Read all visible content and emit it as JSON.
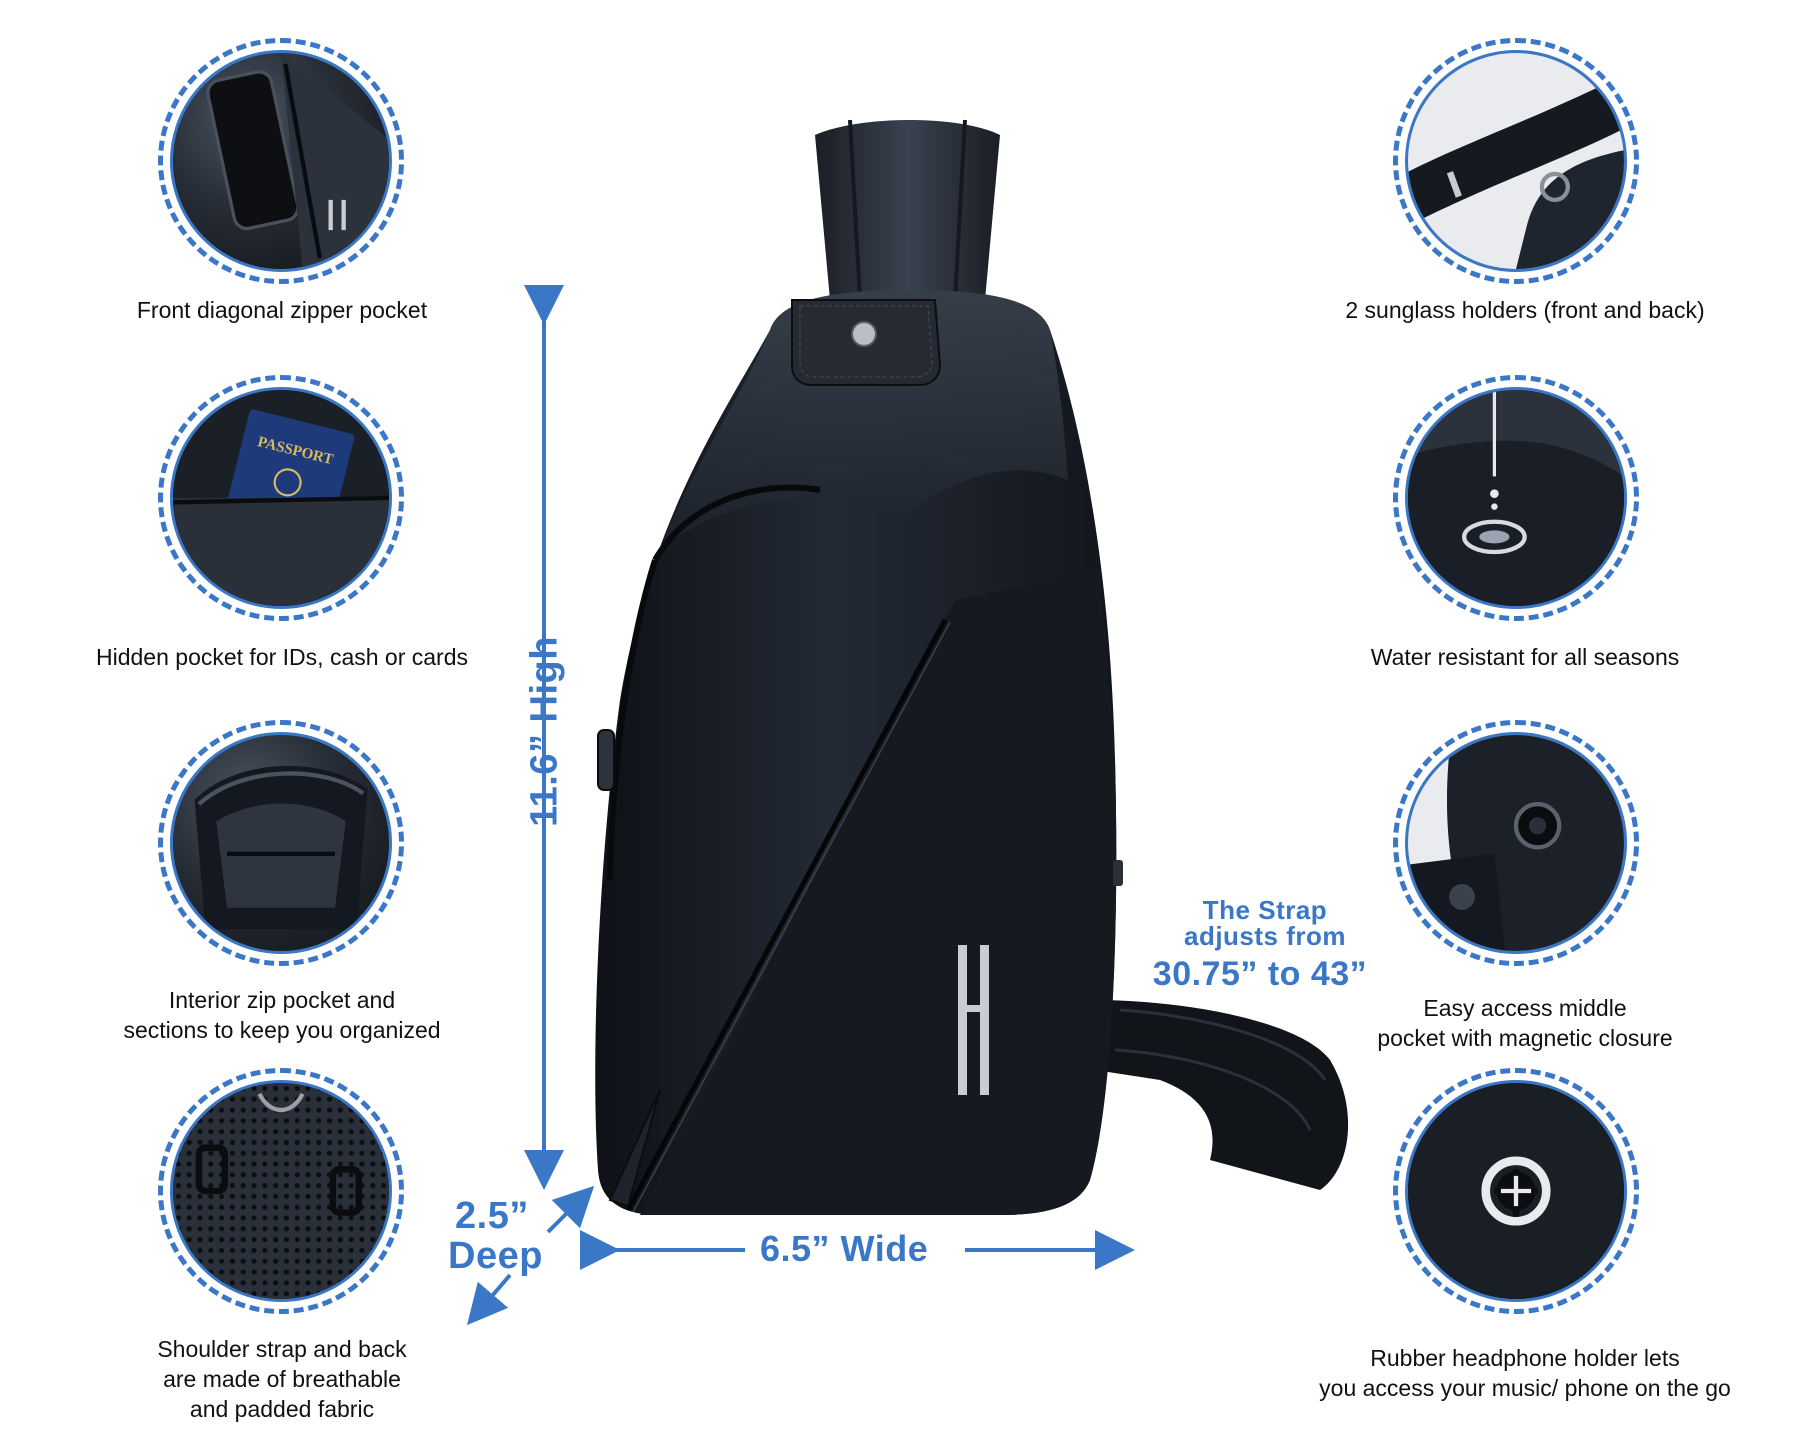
{
  "features_left": [
    {
      "caption": "Front diagonal zipper pocket",
      "icon": "phone-pocket-icon"
    },
    {
      "caption": "Hidden pocket for IDs, cash or cards",
      "icon": "passport-icon",
      "passport_text": "PASSPORT"
    },
    {
      "caption": "Interior zip pocket and\nsections to keep you organized",
      "icon": "open-bag-icon"
    },
    {
      "caption": "Shoulder strap and back\nare made of breathable\nand padded fabric",
      "icon": "mesh-back-icon"
    }
  ],
  "features_right": [
    {
      "caption": "2 sunglass holders (front and back)",
      "icon": "strap-icon"
    },
    {
      "caption": "Water resistant for all seasons",
      "icon": "water-drop-icon"
    },
    {
      "caption": "Easy access middle\npocket with magnetic closure",
      "icon": "magnet-button-icon"
    },
    {
      "caption": "Rubber headphone holder lets\nyou access your music/ phone on the go",
      "icon": "headphone-port-icon"
    }
  ],
  "dimensions": {
    "height": "11.6” High",
    "depth_value": "2.5”",
    "depth_word": "Deep",
    "width": "6.5” Wide"
  },
  "strap_note": {
    "line1": "The Strap",
    "line2": "adjusts from",
    "line3": "30.75” to 43”"
  },
  "colors": {
    "accent": "#3a77c6",
    "bag": "#1b2029",
    "text": "#111111"
  }
}
